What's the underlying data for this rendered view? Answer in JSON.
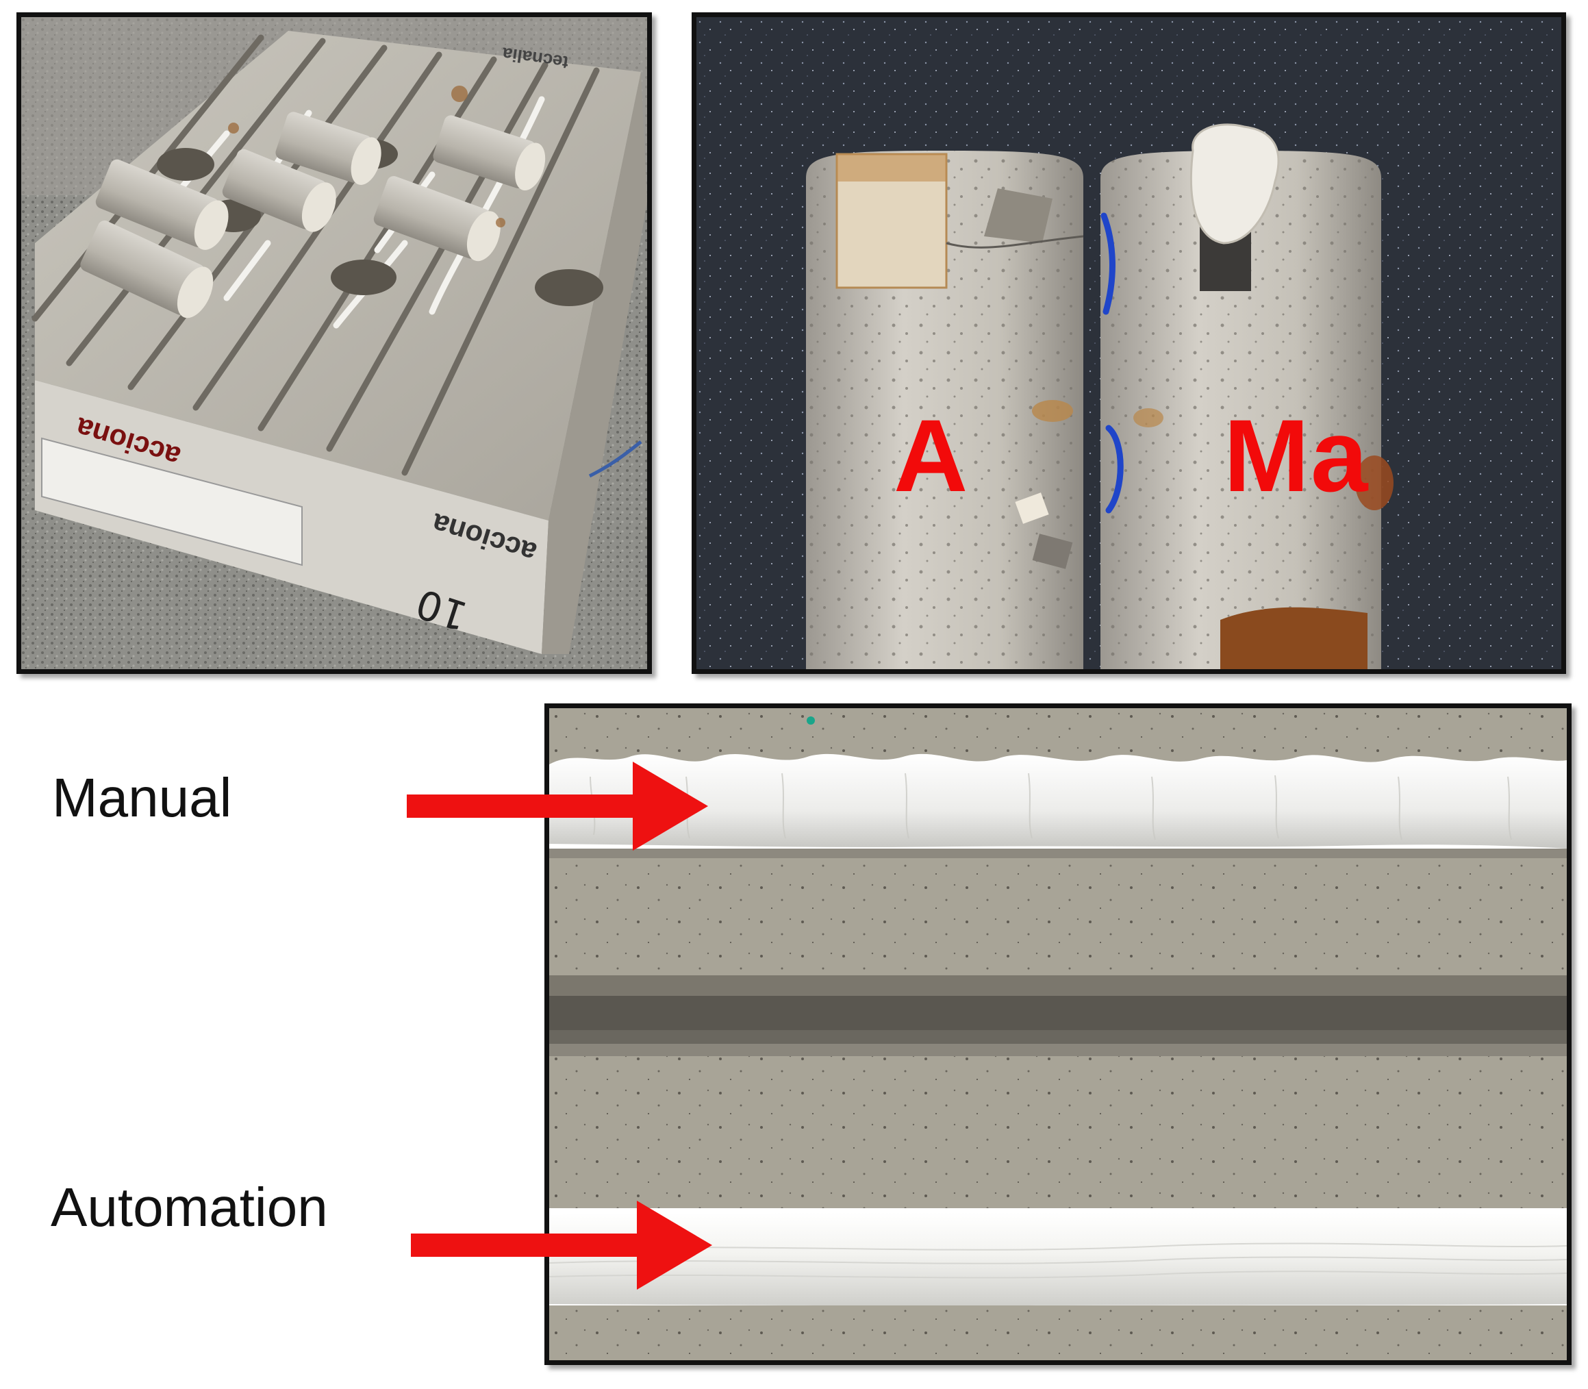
{
  "figure": {
    "top_left_photo": {
      "description_icon": "slab-photo",
      "stamp_text": [
        "acciona",
        "acciona",
        "tecnalia"
      ],
      "handwritten_number": "10"
    },
    "top_right_photo": {
      "labels": {
        "left_core": "A",
        "right_core": "Ma"
      }
    },
    "bottom_photo": {
      "labels": {
        "upper_bead": "Manual",
        "lower_bead": "Automation"
      }
    }
  },
  "colors": {
    "label_red": "#f20a0a",
    "arrow_red": "#ee1111",
    "frame": "#111111"
  }
}
